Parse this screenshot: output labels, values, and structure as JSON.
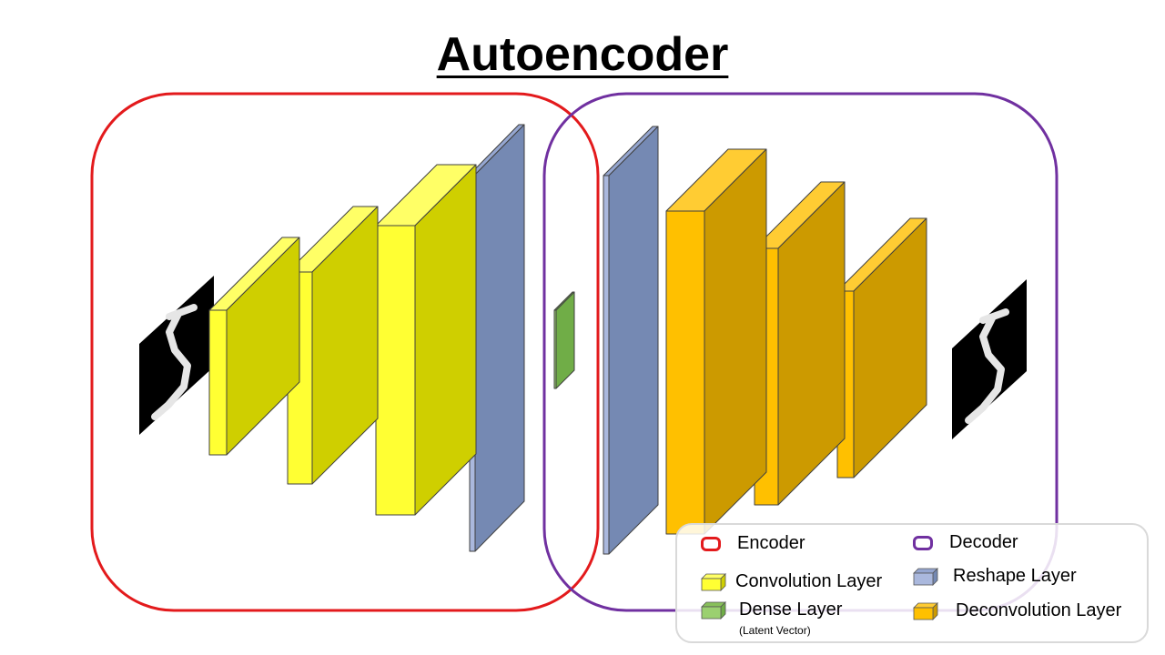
{
  "title": "Autoencoder",
  "groups": {
    "encoder": {
      "label": "Encoder",
      "color": "#e31a1c"
    },
    "decoder": {
      "label": "Decoder",
      "color": "#7030a0"
    }
  },
  "layer_types": {
    "convolution": {
      "label": "Convolution Layer",
      "front": "#ffff33",
      "side": "#cfcf00",
      "top": "#ffff66"
    },
    "reshape": {
      "label": "Reshape Layer",
      "front": "#aab8dd",
      "side": "#7589b3",
      "top": "#95a6d0"
    },
    "dense": {
      "label": "Dense Layer",
      "note": "(Latent Vector)",
      "front": "#9bd070",
      "side": "#70ad47",
      "top": "#88c05a"
    },
    "deconvolution": {
      "label": "Deconvolution Layer",
      "front": "#ffc000",
      "side": "#cc9a00",
      "top": "#ffcc33"
    }
  },
  "images": {
    "input": "handwritten-digit-input",
    "output": "handwritten-digit-output"
  }
}
